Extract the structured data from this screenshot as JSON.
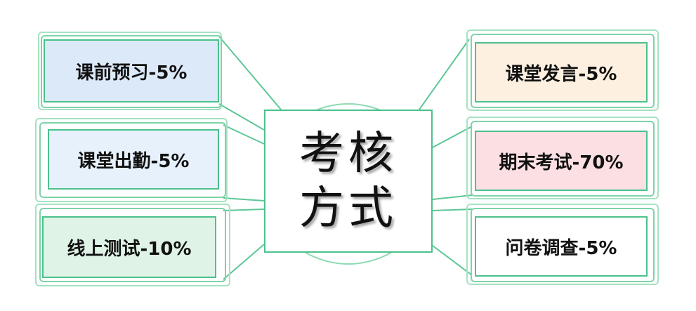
{
  "center": {
    "line1": "考核",
    "line2": "方式"
  },
  "items": [
    {
      "label": "课前预习-5%",
      "fill": "#dce9f8"
    },
    {
      "label": "课堂出勤-5%",
      "fill": "#e6f1fb"
    },
    {
      "label": "线上测试-10%",
      "fill": "#dff3e6"
    },
    {
      "label": "课堂发言-5%",
      "fill": "#fdf0e0"
    },
    {
      "label": "期末考试-70%",
      "fill": "#fcdfe2"
    },
    {
      "label": "问卷调查-5%",
      "fill": "#ffffff"
    }
  ],
  "colors": {
    "outline": "#4cc18c",
    "connector": "#5dc796"
  }
}
